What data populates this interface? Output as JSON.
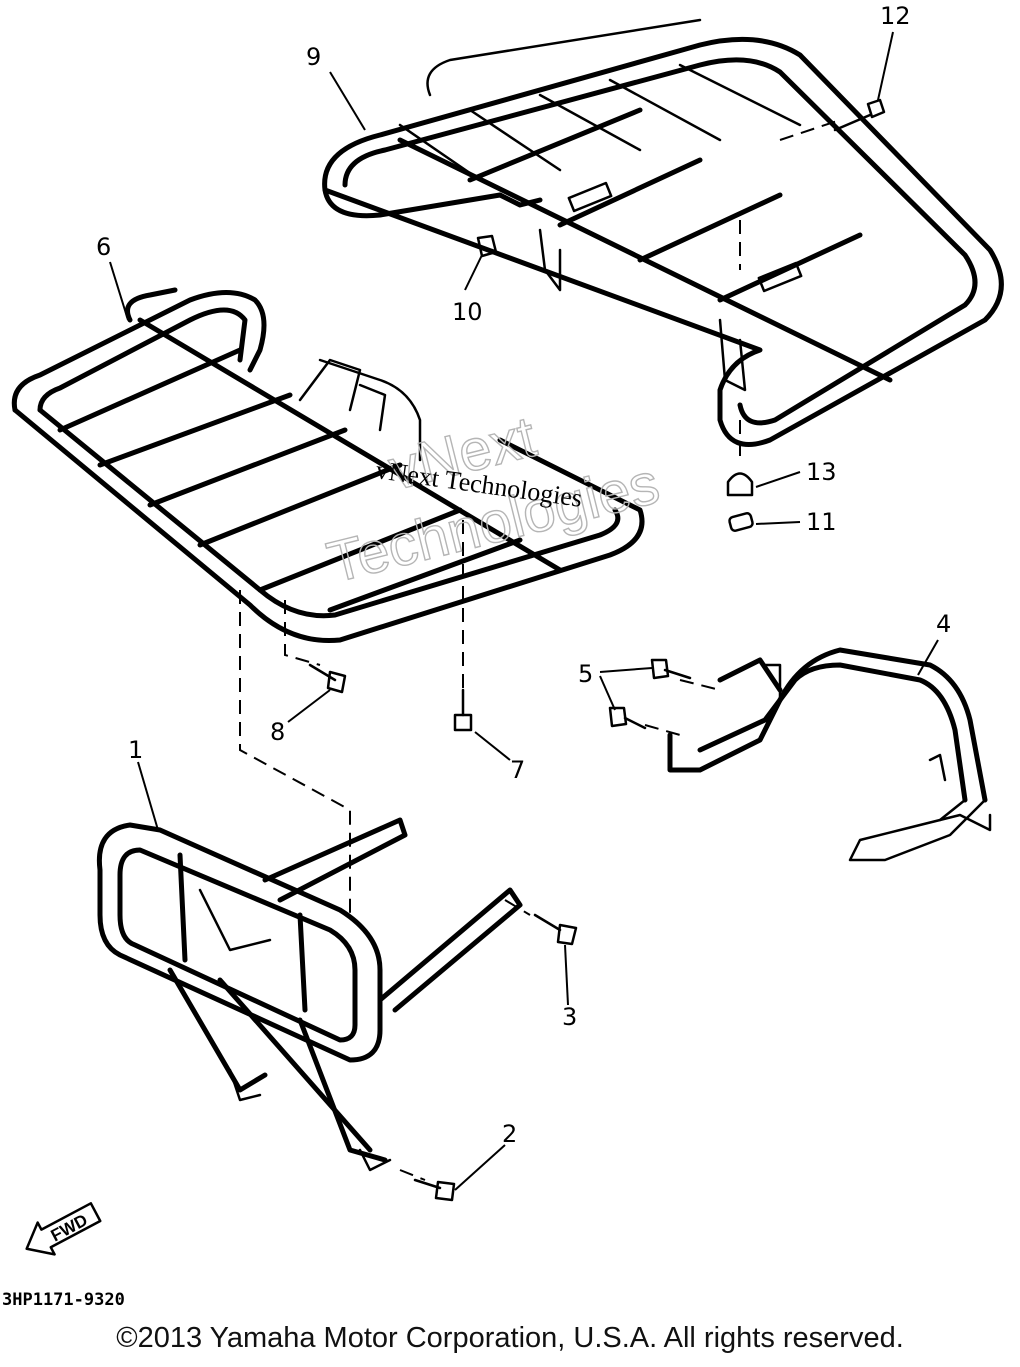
{
  "callouts": [
    "1",
    "2",
    "3",
    "4",
    "5",
    "6",
    "7",
    "8",
    "9",
    "10",
    "11",
    "12",
    "13"
  ],
  "watermark": {
    "large_line1": "vNext",
    "large_line2": "Technologies",
    "small": "vNext Technologies"
  },
  "diagram_code": "3HP1171-9320",
  "fwd_label": "FWD",
  "copyright": "©2013 Yamaha Motor Corporation, U.S.A. All rights reserved."
}
